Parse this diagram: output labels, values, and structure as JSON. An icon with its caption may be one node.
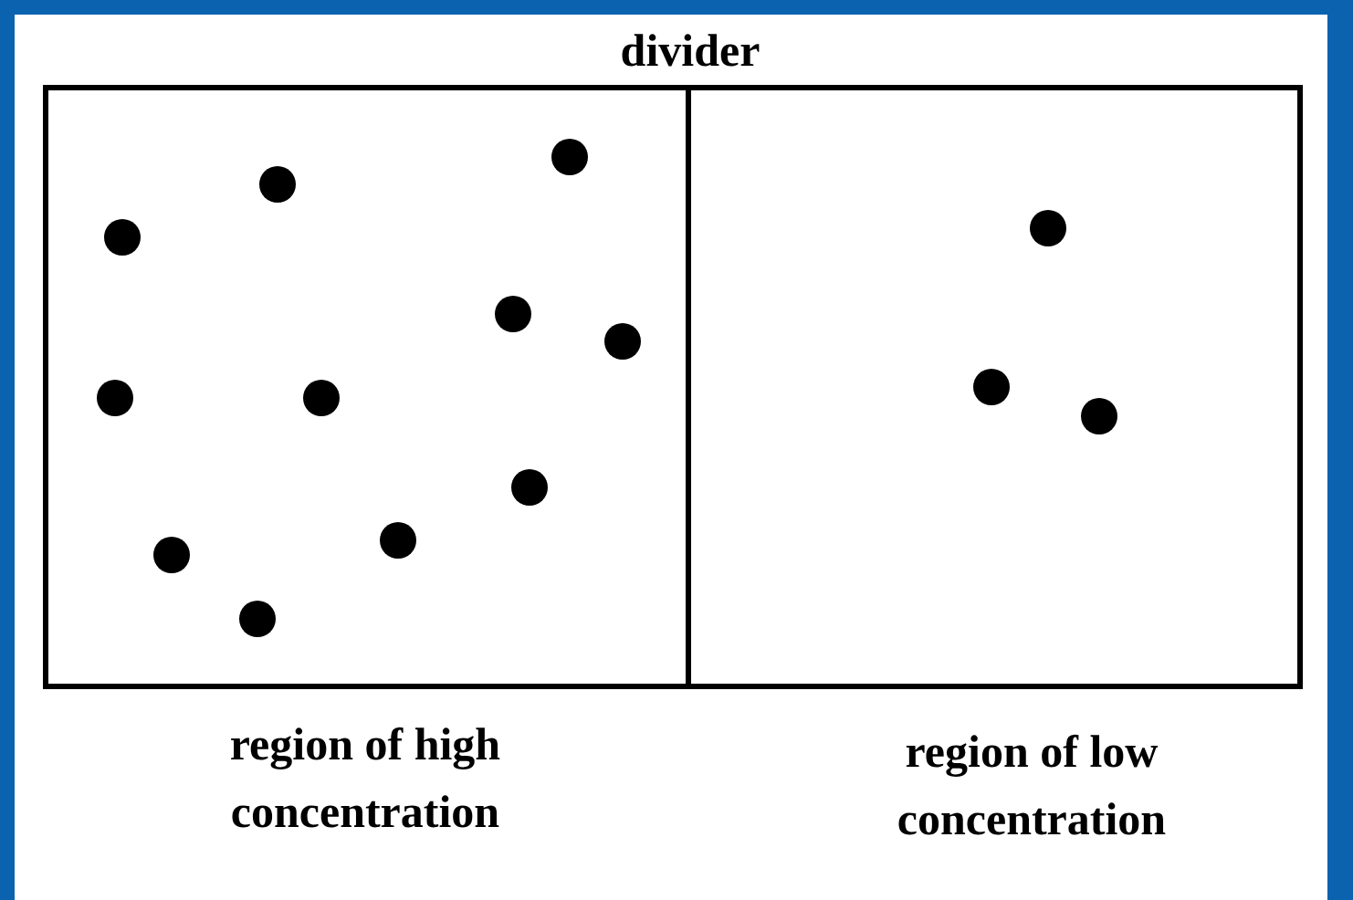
{
  "diagram": {
    "labels": [
      "divider",
      "region of high concentration",
      "region of low concentration"
    ]
  }
}
